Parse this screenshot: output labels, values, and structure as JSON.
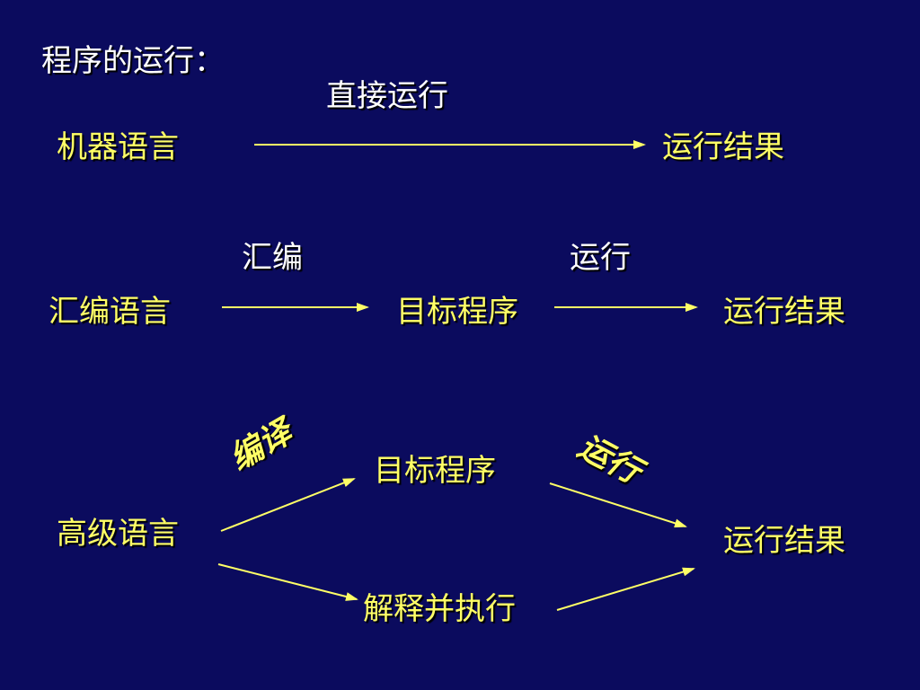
{
  "title": "程序的运行：",
  "colors": {
    "background": "#0b0b5e",
    "label": "#ffffff",
    "term": "#ffff66",
    "arrow": "#ffff66"
  },
  "row1": {
    "source": "机器语言",
    "arrow_label": "直接运行",
    "result": "运行结果"
  },
  "row2": {
    "source": "汇编语言",
    "arrow1_label": "汇编",
    "middle": "目标程序",
    "arrow2_label": "运行",
    "result": "运行结果"
  },
  "row3": {
    "source": "高级语言",
    "compile_label": "编译",
    "middle_top": "目标程序",
    "run_label": "运行",
    "middle_bottom": "解释并执行",
    "result": "运行结果"
  }
}
